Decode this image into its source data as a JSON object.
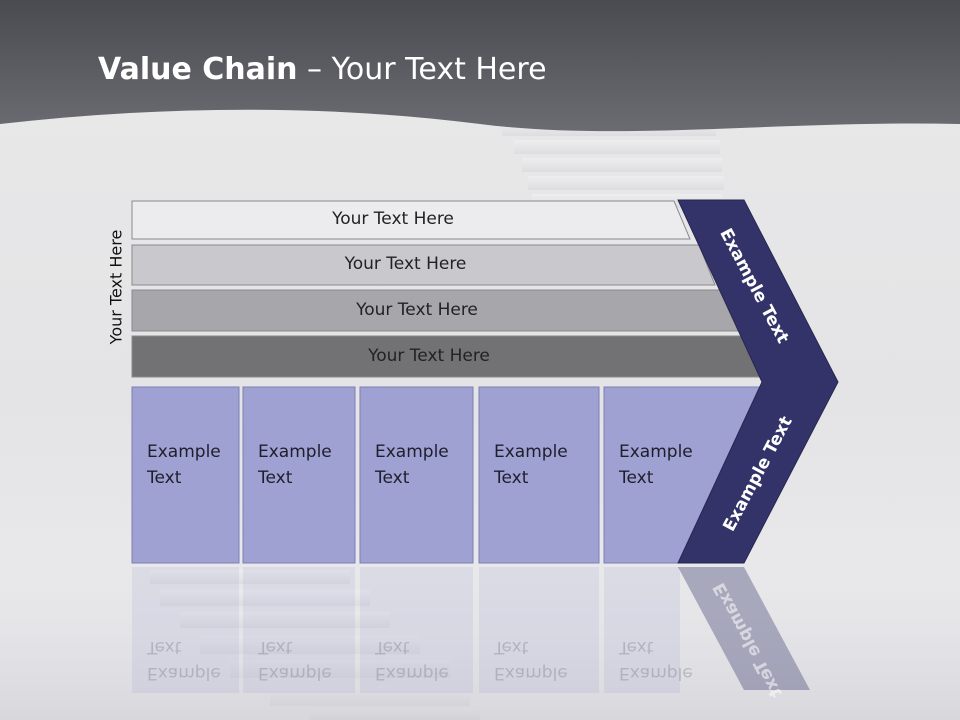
{
  "slide": {
    "title_bold": "Value Chain",
    "title_rest": " – Your Text Here",
    "side_label": "Your Text Here"
  },
  "support_bars": [
    {
      "label": "Your Text Here",
      "color": "#ececee"
    },
    {
      "label": "Your Text Here",
      "color": "#c9c9cd"
    },
    {
      "label": "Your Text Here",
      "color": "#a7a7ab"
    },
    {
      "label": "Your Text Here",
      "color": "#727275"
    }
  ],
  "primary_cells": [
    {
      "line1": "Example",
      "line2": "Text"
    },
    {
      "line1": "Example",
      "line2": "Text"
    },
    {
      "line1": "Example",
      "line2": "Text"
    },
    {
      "line1": "Example",
      "line2": "Text"
    },
    {
      "line1": "Example",
      "line2": "Text"
    }
  ],
  "arrow": {
    "upper_label": "Example Text",
    "lower_label": "Example Text",
    "color": "#33336a"
  },
  "colors": {
    "header": "#55555c",
    "cell_fill": "#9fa1d3",
    "cell_border": "#7c7fb3"
  }
}
